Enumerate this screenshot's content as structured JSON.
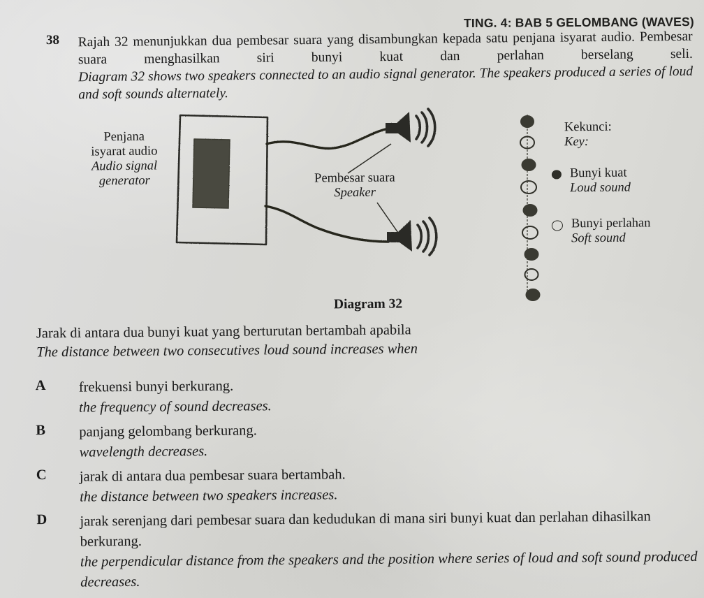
{
  "header": {
    "title": "TING. 4: BAB 5 GELOMBANG (WAVES)"
  },
  "question": {
    "number": "38",
    "stem_ml": "Rajah 32 menunjukkan dua pembesar suara yang disambungkan kepada satu penjana isyarat audio.  Pembesar  suara  menghasilkan  siri  bunyi  kuat  dan  perlahan  berselang  seli.",
    "stem_en": "Diagram 32 shows two speakers connected to an audio signal generator. The speakers produced a series of loud and soft sounds alternately.",
    "lead_ml": "Jarak di antara dua bunyi kuat yang berturutan bertambah apabila",
    "lead_en": "The distance between two consecutives loud sound increases when",
    "options": [
      {
        "letter": "A",
        "ml": "frekuensi bunyi berkurang.",
        "en": "the frequency of sound decreases."
      },
      {
        "letter": "B",
        "ml": "panjang gelombang berkurang.",
        "en": "wavelength decreases."
      },
      {
        "letter": "C",
        "ml": "jarak di antara dua pembesar suara bertambah.",
        "en": "the distance between two speakers increases."
      },
      {
        "letter": "D",
        "ml": "jarak serenjang dari pembesar suara dan kedudukan di mana siri bunyi kuat dan perlahan dihasilkan berkurang.",
        "en": "the perpendicular distance from the speakers and the position where series of loud and soft sound produced decreases."
      }
    ]
  },
  "figure": {
    "caption": "Diagram 32",
    "generator_label_ml_line1": "Penjana",
    "generator_label_ml_line2": "isyarat audio",
    "generator_label_en_line1": "Audio signal",
    "generator_label_en_line2": "generator",
    "speaker_label_ml": "Pembesar suara",
    "speaker_label_en": "Speaker"
  },
  "key": {
    "title_ml": "Kekunci:",
    "title_en": "Key:",
    "entries": [
      {
        "marker": "filled-circle",
        "ml": "Bunyi kuat",
        "en": "Loud sound"
      },
      {
        "marker": "open-circle",
        "ml": "Bunyi perlahan",
        "en": "Soft sound"
      }
    ],
    "column_sequence": [
      "loud",
      "soft",
      "loud",
      "soft",
      "loud",
      "soft",
      "loud",
      "soft",
      "loud"
    ]
  },
  "colors": {
    "paper": "#d9d9d6",
    "ink": "#1a1a1a",
    "marker_fill": "#2e2e28"
  }
}
